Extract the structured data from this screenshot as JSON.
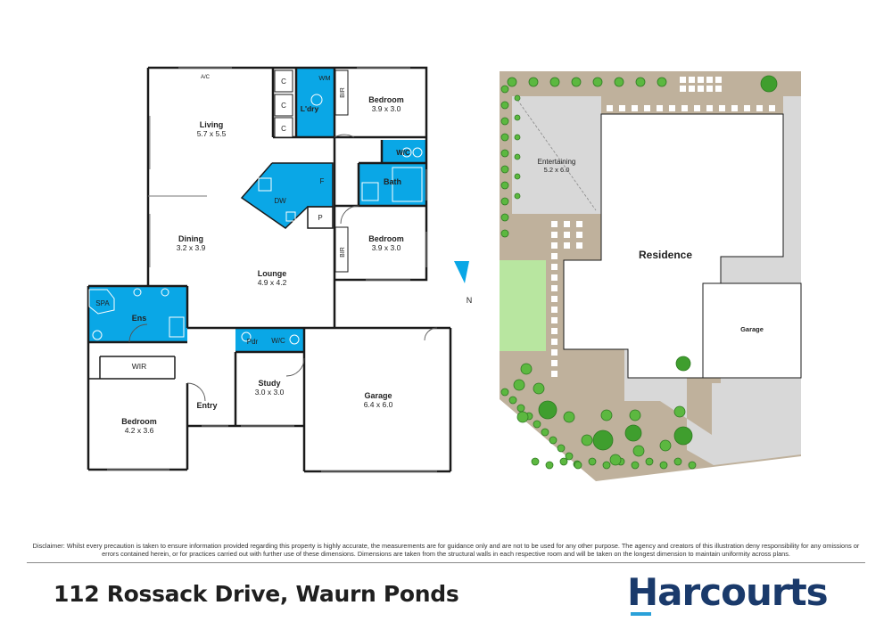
{
  "rooms": {
    "living": {
      "name": "Living",
      "dims": "5.7 x 5.5"
    },
    "bedroom_ne": {
      "name": "Bedroom",
      "dims": "3.9 x 3.0"
    },
    "bedroom_e": {
      "name": "Bedroom",
      "dims": "3.9 x 3.0"
    },
    "dining": {
      "name": "Dining",
      "dims": "3.2 x 3.9"
    },
    "lounge": {
      "name": "Lounge",
      "dims": "4.9 x 4.2"
    },
    "study": {
      "name": "Study",
      "dims": "3.0 x 3.0"
    },
    "garage": {
      "name": "Garage",
      "dims": "6.4 x 6.0"
    },
    "bedroom_sw": {
      "name": "Bedroom",
      "dims": "4.2 x 3.6"
    },
    "entry": {
      "name": "Entry"
    },
    "wir": {
      "name": "WIR"
    },
    "ensuite": {
      "name": "Ens"
    },
    "spa": {
      "name": "SPA"
    },
    "laundry": {
      "name": "L'dry"
    },
    "wm": {
      "name": "WM"
    },
    "bath": {
      "name": "Bath"
    },
    "wc_top": {
      "name": "W/C"
    },
    "wc_study": {
      "name": "W/C"
    },
    "powder": {
      "name": "Pdr"
    },
    "dishwasher": {
      "name": "DW"
    },
    "fridge": {
      "name": "F"
    },
    "pantry": {
      "name": "P"
    },
    "cupboard": {
      "name": "C"
    },
    "bir_top": {
      "name": "BIR"
    },
    "bir_mid": {
      "name": "BIR"
    },
    "aircon": {
      "name": "A/C"
    }
  },
  "compass": {
    "label": "N"
  },
  "site": {
    "entertaining": {
      "name": "Entertaining",
      "dims": "5.2 x 6.0"
    },
    "residence": "Residence",
    "garage": "Garage"
  },
  "disclaimer": "Disclaimer: Whilst every precaution is taken to ensure information provided regarding this property is highly accurate, the measurements are for guidance only and are not to be used for any other purpose. The agency and creators of this illustration deny responsibility for any omissions or errors contained herein, or for practices carried out with further use of these dimensions. Dimensions are taken from the structural walls in each respective room and will be taken on the longest dimension to maintain uniformity across plans.",
  "address": "112 Rossack Drive, Waurn Ponds",
  "brand": "Harcourts",
  "colors": {
    "wet_area": "#0aa7e6",
    "wall": "#1a1a1a",
    "site_ground": "#bfb19c",
    "site_paving": "#d8d8d8",
    "lawn": "#b8e6a0",
    "brand_navy": "#1a3a6b",
    "brand_blue": "#2aa1d9"
  }
}
